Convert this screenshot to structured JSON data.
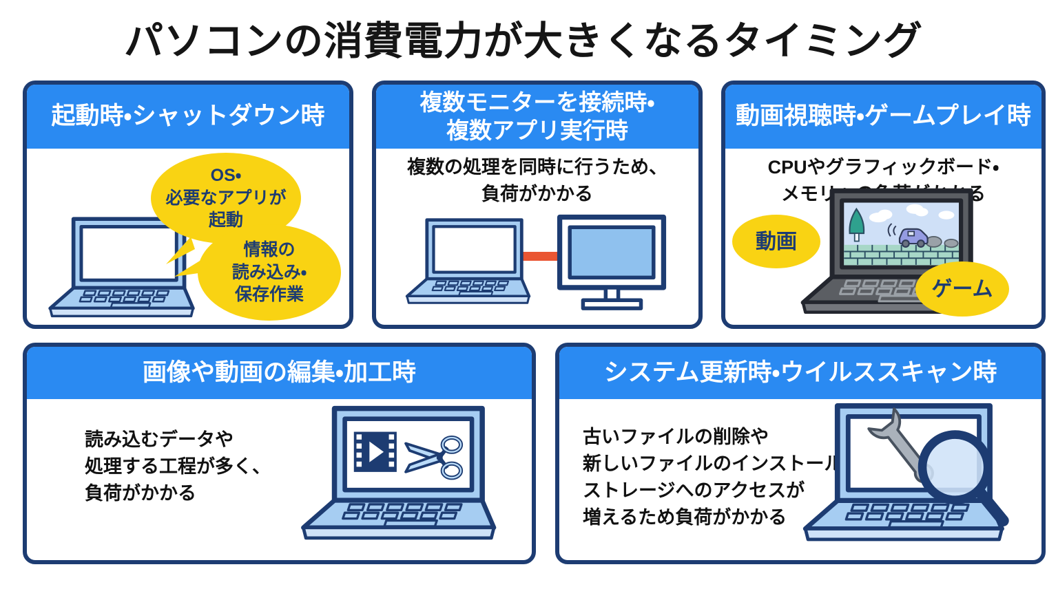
{
  "title": "パソコンの消費電力が大きくなるタイミング",
  "colors": {
    "header_blue": "#2a8af2",
    "outline_navy": "#1d3c72",
    "bubble_yellow": "#f9d313",
    "bubble_text_navy": "#1d3c72",
    "cable_orange": "#ea5532",
    "laptop_light_blue": "#a6cdf2",
    "monitor_screen_blue": "#8fc1ee",
    "dark_laptop_gray": "#5b5e63",
    "body_text_black": "#111111"
  },
  "cards": {
    "startup": {
      "title": "起動時・シャットダウン時",
      "bubble_os": "OS・\n必要なアプリが\n起動",
      "bubble_io": "情報の\n読み込み・\n保存作業"
    },
    "monitors": {
      "title": "複数モニターを接続時・\n複数アプリ実行時",
      "body": "複数の処理を同時に行うため、\n負荷がかかる"
    },
    "media": {
      "title": "動画視聴時・ゲームプレイ時",
      "body": "CPUやグラフィックボード・\nメモリへの負荷がかかる",
      "bubble_video": "動画",
      "bubble_game": "ゲーム"
    },
    "editing": {
      "title": "画像や動画の編集・加工時",
      "body": "読み込むデータや\n処理する工程が多く、\n負荷がかかる"
    },
    "system": {
      "title": "システム更新時・ウイルススキャン時",
      "body": "古いファイルの削除や\n新しいファイルのインストール、\nストレージへのアクセスが\n増えるため負荷がかかる"
    }
  }
}
